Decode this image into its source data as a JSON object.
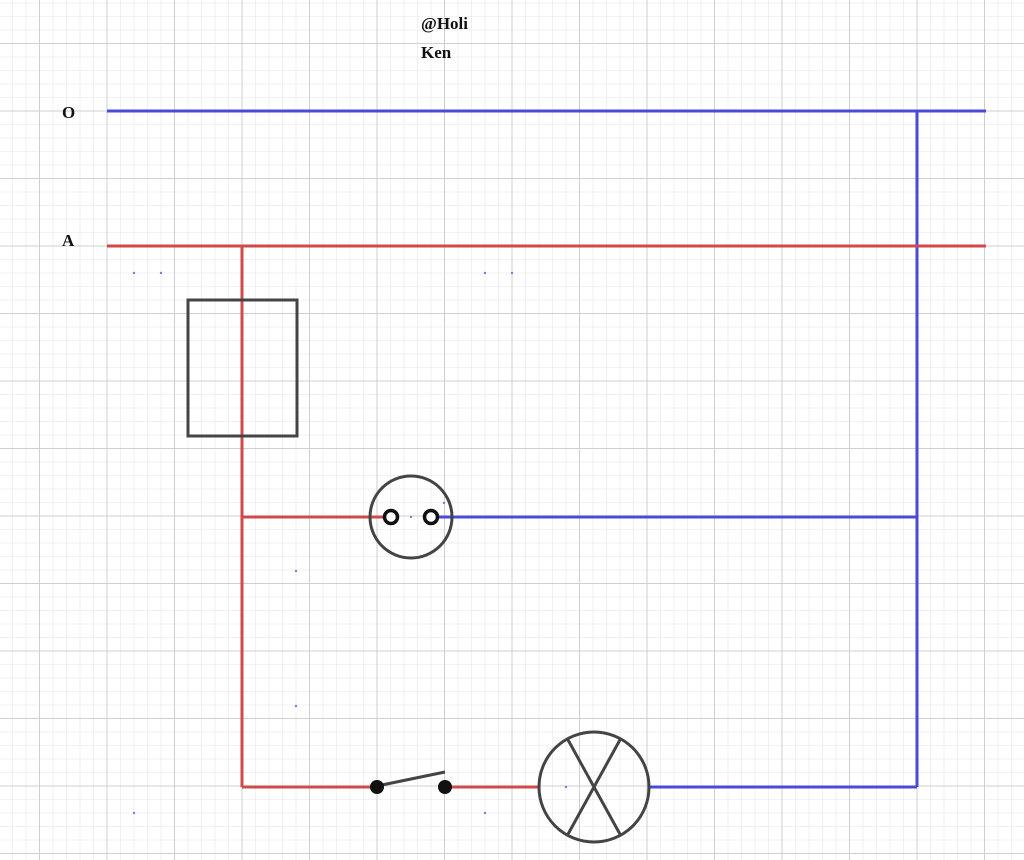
{
  "labels": {
    "neutral_line": "O",
    "live_line": "A",
    "watermark_line1": "@Holi",
    "watermark_line2": "Ken"
  },
  "colors": {
    "background": "#ffffff",
    "grid_minor": "#e6e6e6",
    "grid_major": "#cfcfcf",
    "live_wire": "#d04a4a",
    "neutral_wire": "#4a4ad8",
    "component_stroke": "#444444",
    "text": "#111111"
  },
  "components": [
    "fuse-box",
    "socket",
    "switch",
    "lamp"
  ]
}
